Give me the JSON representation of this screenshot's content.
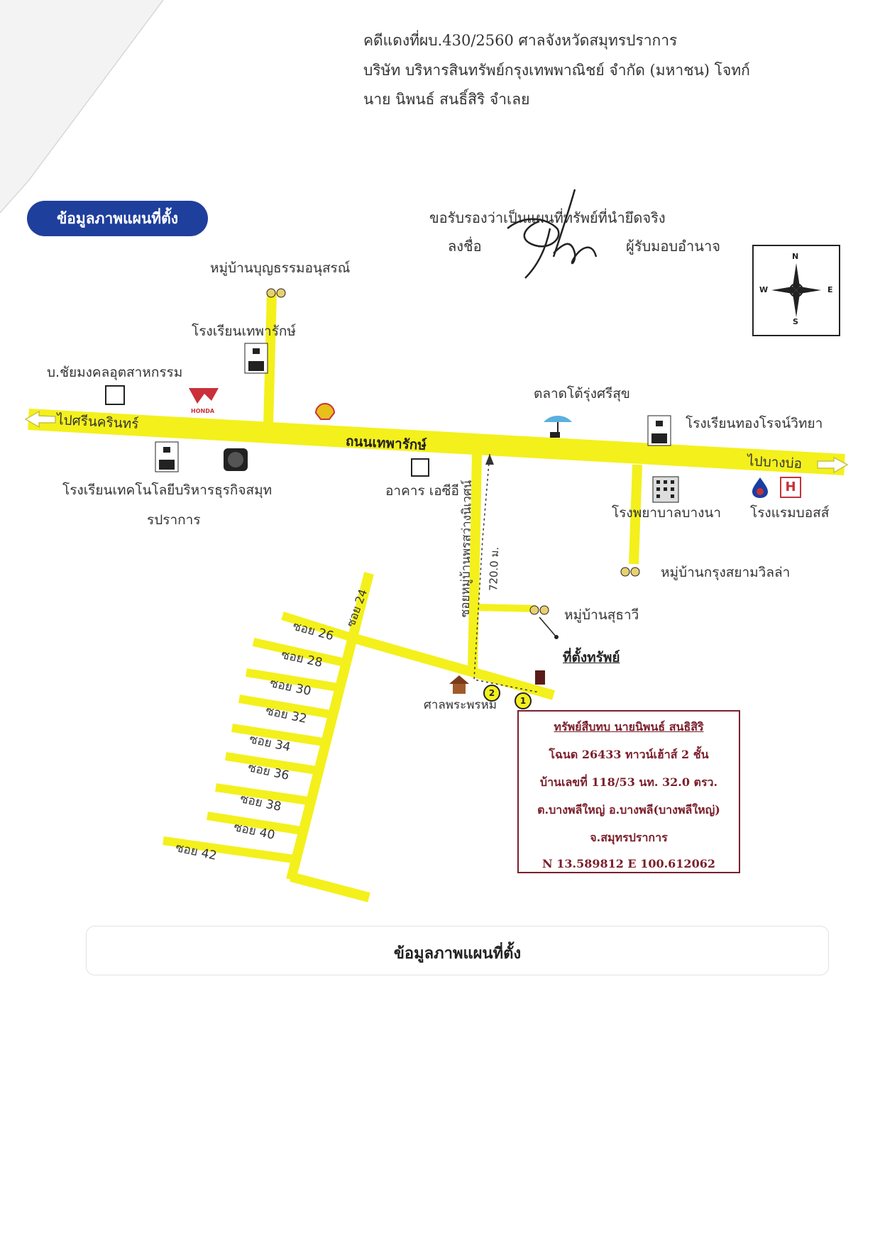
{
  "header": {
    "line1": "คดีแดงที่ผบ.430/2560 ศาลจังหวัดสมุทรปราการ",
    "line2": "บริษัท บริหารสินทรัพย์กรุงเทพพาณิชย์ จำกัด (มหาชน) โจทก์",
    "line3": "นาย นิพนธ์ สนธิ์สิริ จำเลย"
  },
  "badge_title": "ข้อมูลภาพแผนที่ตั้ง",
  "certification": {
    "line1": "ขอรับรองว่าเป็นแผนที่ทรัพย์ที่นำยึดจริง",
    "sign_label": "ลงชื่อ",
    "role": "ผู้รับมอบอำนาจ"
  },
  "compass": {
    "n": "N",
    "s": "S",
    "e": "E",
    "w": "W"
  },
  "map": {
    "main_road": "ถนนเทพารักษ์",
    "to_west": "ไปศรีนครินทร์",
    "to_east": "ไปบางบ่อ",
    "soi_main": "ซอยหมู่บ้านพรสว่างนิเวศน์",
    "distance": "720.0 ม.",
    "soi_24": "ซอย 24",
    "sois": [
      "ซอย 26",
      "ซอย 28",
      "ซอย 30",
      "ซอย 32",
      "ซอย 34",
      "ซอย 36",
      "ซอย 38",
      "ซอย 40",
      "ซอย 42"
    ],
    "landmarks": {
      "village_boonthamma": "หมู่บ้านบุญธรรมอนุสรณ์",
      "school_theparak": "โรงเรียนเทพารักษ์",
      "chaimongkol": "บ.ชัยมงคลอุตสาหกรรม",
      "market": "ตลาดโต้รุ่งศรีสุข",
      "school_thongrot": "โรงเรียนทองโรจน์วิทยา",
      "school_tech_line1": "โรงเรียนเทคโนโลยีบริหารธุรกิจสมุท",
      "school_tech_line2": "รปราการ",
      "building_ac": "อาคาร เอซีอี",
      "hospital": "โรงพยาบาลบางนา",
      "hotel": "โรงแรมบอสส์",
      "village_krungsiam": "หมู่บ้านกรุงสยามวิลล่า",
      "village_suthawi": "หมู่บ้านสุธาวี",
      "property_location": "ที่ตั้งทรัพย์",
      "shrine": "ศาลพระพรหม"
    },
    "markers": [
      "1",
      "2"
    ],
    "honda": "HONDA",
    "hotel_icon": "H"
  },
  "infobox": {
    "title": "ทรัพย์สืบทบ นายนิพนธ์ สนธิสิริ",
    "line1": "โฉนด 26433 ทาวน์เฮ้าส์ 2 ชั้น",
    "line2": "บ้านเลขที่ 118/53 นท. 32.0 ตรว.",
    "line3": "ต.บางพลีใหญ่ อ.บางพลี(บางพลีใหญ่)",
    "line4": "จ.สมุทรปราการ",
    "line5": "N 13.589812 E 100.612062"
  },
  "footer_title": "ข้อมูลภาพแผนที่ตั้ง",
  "colors": {
    "road": "#f4f01c",
    "badge": "#1f3f9c",
    "infobox_border": "#7a1f2b"
  }
}
